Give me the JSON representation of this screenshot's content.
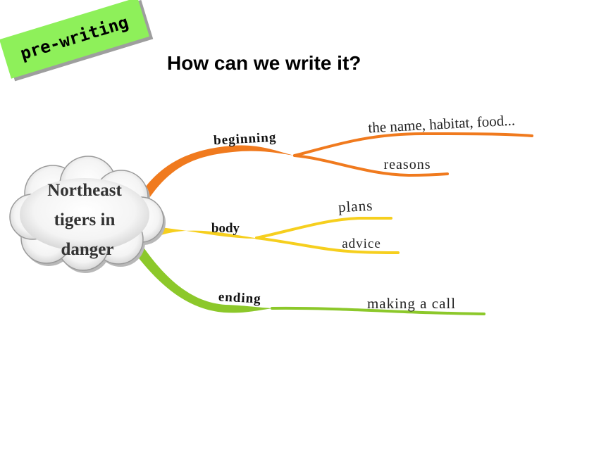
{
  "badge": {
    "label": "pre-writing",
    "color": "#8ef05a"
  },
  "title": "How can we write it?",
  "mindmap": {
    "center": {
      "lines": [
        "Northeast",
        "tigers in",
        "danger"
      ]
    },
    "branches": [
      {
        "label": "beginning",
        "color": "#f07a1e",
        "children": [
          "the name, habitat, food...",
          "reasons"
        ]
      },
      {
        "label": "body",
        "color": "#f6cf1e",
        "children": [
          "plans",
          "advice"
        ]
      },
      {
        "label": "ending",
        "color": "#8cc82a",
        "children": [
          "making a call"
        ]
      }
    ]
  }
}
